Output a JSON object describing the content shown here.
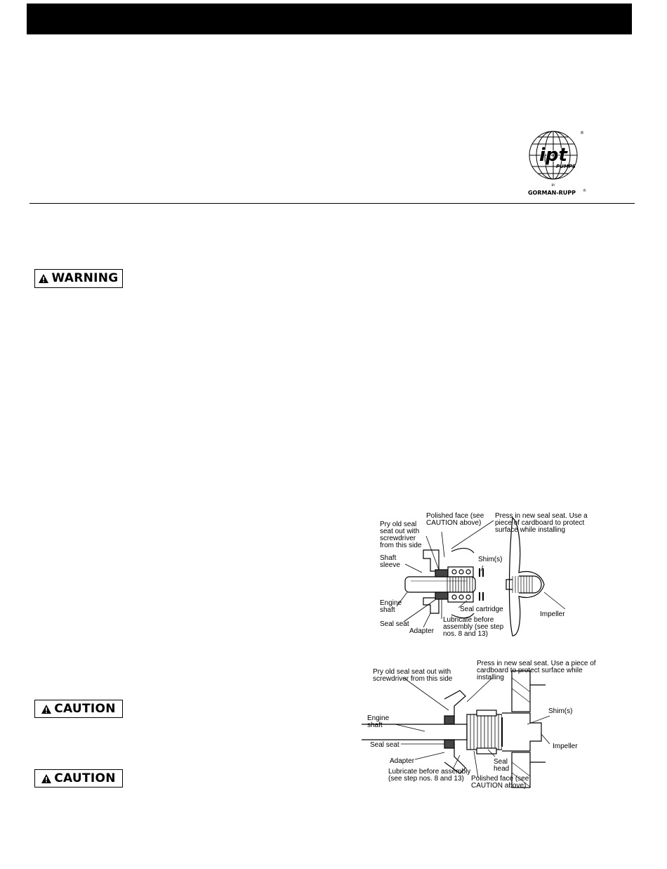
{
  "header": {
    "bar_color": "#000000"
  },
  "logo": {
    "brand": "ipt",
    "sub": "PUMPS",
    "by": "BY",
    "maker": "GORMAN-RUPP",
    "reg": "®"
  },
  "badges": {
    "warning": {
      "label": "WARNING",
      "icon": "warning-triangle-icon"
    },
    "caution_1": {
      "label": "CAUTION",
      "icon": "warning-triangle-icon"
    },
    "caution_2": {
      "label": "CAUTION",
      "icon": "warning-triangle-icon"
    }
  },
  "diagram1": {
    "polished_face": [
      "Polished face (see",
      "CAUTION above)"
    ],
    "press_in": [
      "Press in new seal seat. Use a",
      "piece of cardboard to protect",
      "surface while installing"
    ],
    "pry": [
      "Pry old seal",
      "seat out with",
      "screwdriver",
      "from this side"
    ],
    "shaft_sleeve": [
      "Shaft",
      "sleeve"
    ],
    "shims": "Shim(s)",
    "engine_shaft": [
      "Engine",
      "shaft"
    ],
    "seal_cartridge": "Seal cartridge",
    "impeller": "Impeller",
    "seal_seat": "Seal seat",
    "adapter": "Adapter",
    "lubricate": [
      "Lubricate before",
      "assembly (see step",
      "nos. 8 and 13)"
    ]
  },
  "diagram2": {
    "press_in": [
      "Press in new seal seat. Use a piece of",
      "cardboard to protect surface while",
      "installing"
    ],
    "pry": [
      "Pry old seal seat out with",
      "screwdriver from this side"
    ],
    "engine_shaft": [
      "Engine",
      "shaft"
    ],
    "shims": "Shim(s)",
    "seal_seat": "Seal seat",
    "impeller": "Impeller",
    "adapter": "Adapter",
    "seal_head": [
      "Seal",
      "head"
    ],
    "lubricate": [
      "Lubricate before assembly",
      "(see step nos. 8 and 13)"
    ],
    "polished_face": [
      "Polished face (see",
      "CAUTION above)"
    ]
  }
}
